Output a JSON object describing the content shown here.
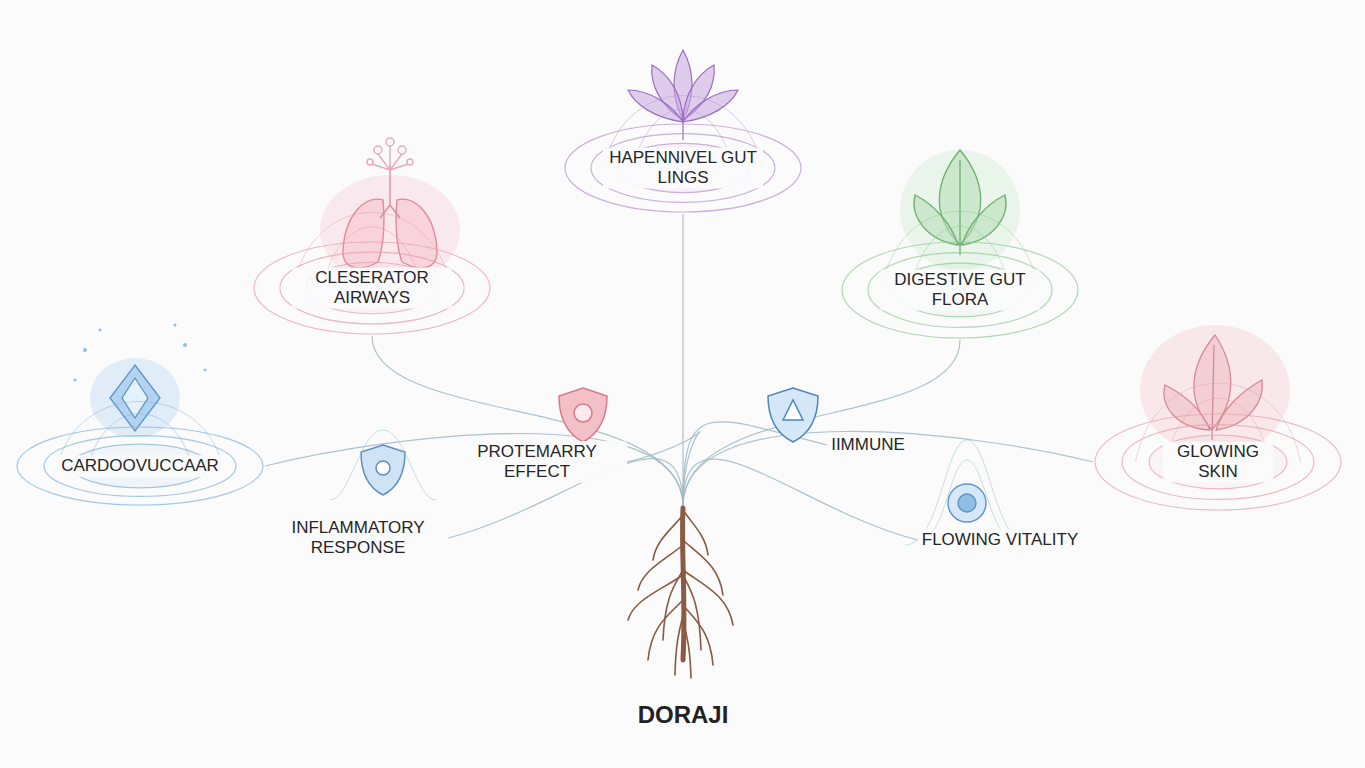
{
  "diagram": {
    "nodes": [
      {
        "text": [
          "HAPENNIVEL GUT LINGS"
        ]
      },
      {
        "text": [
          "CLESERATOR AIRWAYS"
        ]
      },
      {
        "text": [
          "DIGESTIVE GUT FLORA"
        ]
      },
      {
        "text": [
          "GLOWING SKIN"
        ]
      },
      {
        "text": [
          "CARDOOVUCCAAR"
        ]
      },
      {
        "text": [
          "PROTEMARRY EFFECT"
        ]
      },
      {
        "text": [
          "IIMMUNE"
        ]
      },
      {
        "text": [
          "INFLAMMATORY RESPONSE"
        ]
      },
      {
        "text": [
          "FLOWING VITALITY"
        ]
      },
      {
        "text": [
          "DORAJI"
        ]
      }
    ],
    "edges": [
      {
        "from": 9,
        "to": 0,
        "arrow": "none"
      },
      {
        "from": 9,
        "to": 1,
        "arrow": "none"
      },
      {
        "from": 9,
        "to": 2,
        "arrow": "none"
      },
      {
        "from": 9,
        "to": 3,
        "arrow": "none"
      },
      {
        "from": 9,
        "to": 4,
        "arrow": "none"
      },
      {
        "from": 9,
        "to": 5,
        "arrow": "none"
      },
      {
        "from": 9,
        "to": 6,
        "arrow": "none"
      },
      {
        "from": 9,
        "to": 7,
        "arrow": "none"
      },
      {
        "from": 9,
        "to": 8,
        "arrow": "none"
      }
    ]
  }
}
